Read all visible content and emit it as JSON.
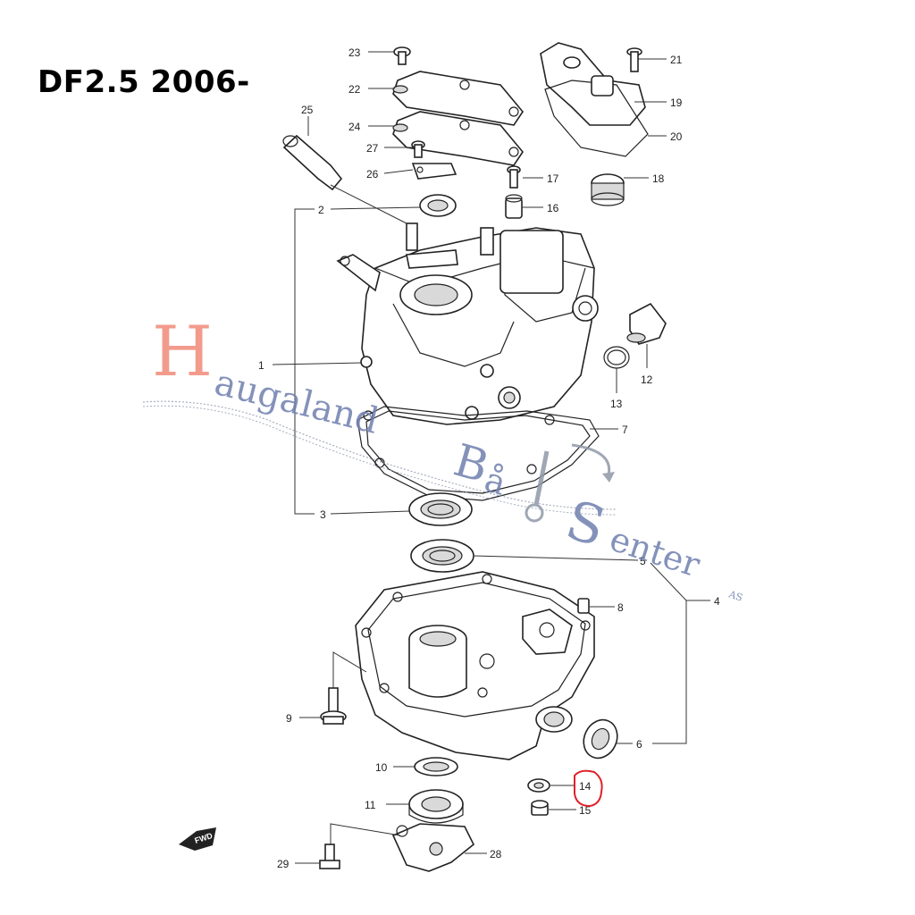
{
  "title": "DF2.5 2006-",
  "watermark": {
    "initial": "H",
    "word1": "augaland",
    "word2_initial": "B",
    "word2_rest": "å",
    "word3_initial": "S",
    "word3_rest": "enter",
    "suffix": "AS",
    "color_initial": "#f08a78",
    "color_text": "#6f7fae"
  },
  "fwd_label": "FWD",
  "highlight_color": "#e0202a",
  "callouts": [
    {
      "id": "1",
      "label": "1"
    },
    {
      "id": "2",
      "label": "2"
    },
    {
      "id": "3",
      "label": "3"
    },
    {
      "id": "4",
      "label": "4"
    },
    {
      "id": "5",
      "label": "5"
    },
    {
      "id": "6",
      "label": "6"
    },
    {
      "id": "7",
      "label": "7"
    },
    {
      "id": "8",
      "label": "8"
    },
    {
      "id": "9",
      "label": "9"
    },
    {
      "id": "10",
      "label": "10"
    },
    {
      "id": "11",
      "label": "11"
    },
    {
      "id": "12",
      "label": "12"
    },
    {
      "id": "13",
      "label": "13"
    },
    {
      "id": "14",
      "label": "14"
    },
    {
      "id": "15",
      "label": "15"
    },
    {
      "id": "16",
      "label": "16"
    },
    {
      "id": "17",
      "label": "17"
    },
    {
      "id": "18",
      "label": "18"
    },
    {
      "id": "19",
      "label": "19"
    },
    {
      "id": "20",
      "label": "20"
    },
    {
      "id": "21",
      "label": "21"
    },
    {
      "id": "22",
      "label": "22"
    },
    {
      "id": "23",
      "label": "23"
    },
    {
      "id": "24",
      "label": "24"
    },
    {
      "id": "25",
      "label": "25"
    },
    {
      "id": "26",
      "label": "26"
    },
    {
      "id": "27",
      "label": "27"
    },
    {
      "id": "28",
      "label": "28"
    },
    {
      "id": "29",
      "label": "29"
    }
  ]
}
